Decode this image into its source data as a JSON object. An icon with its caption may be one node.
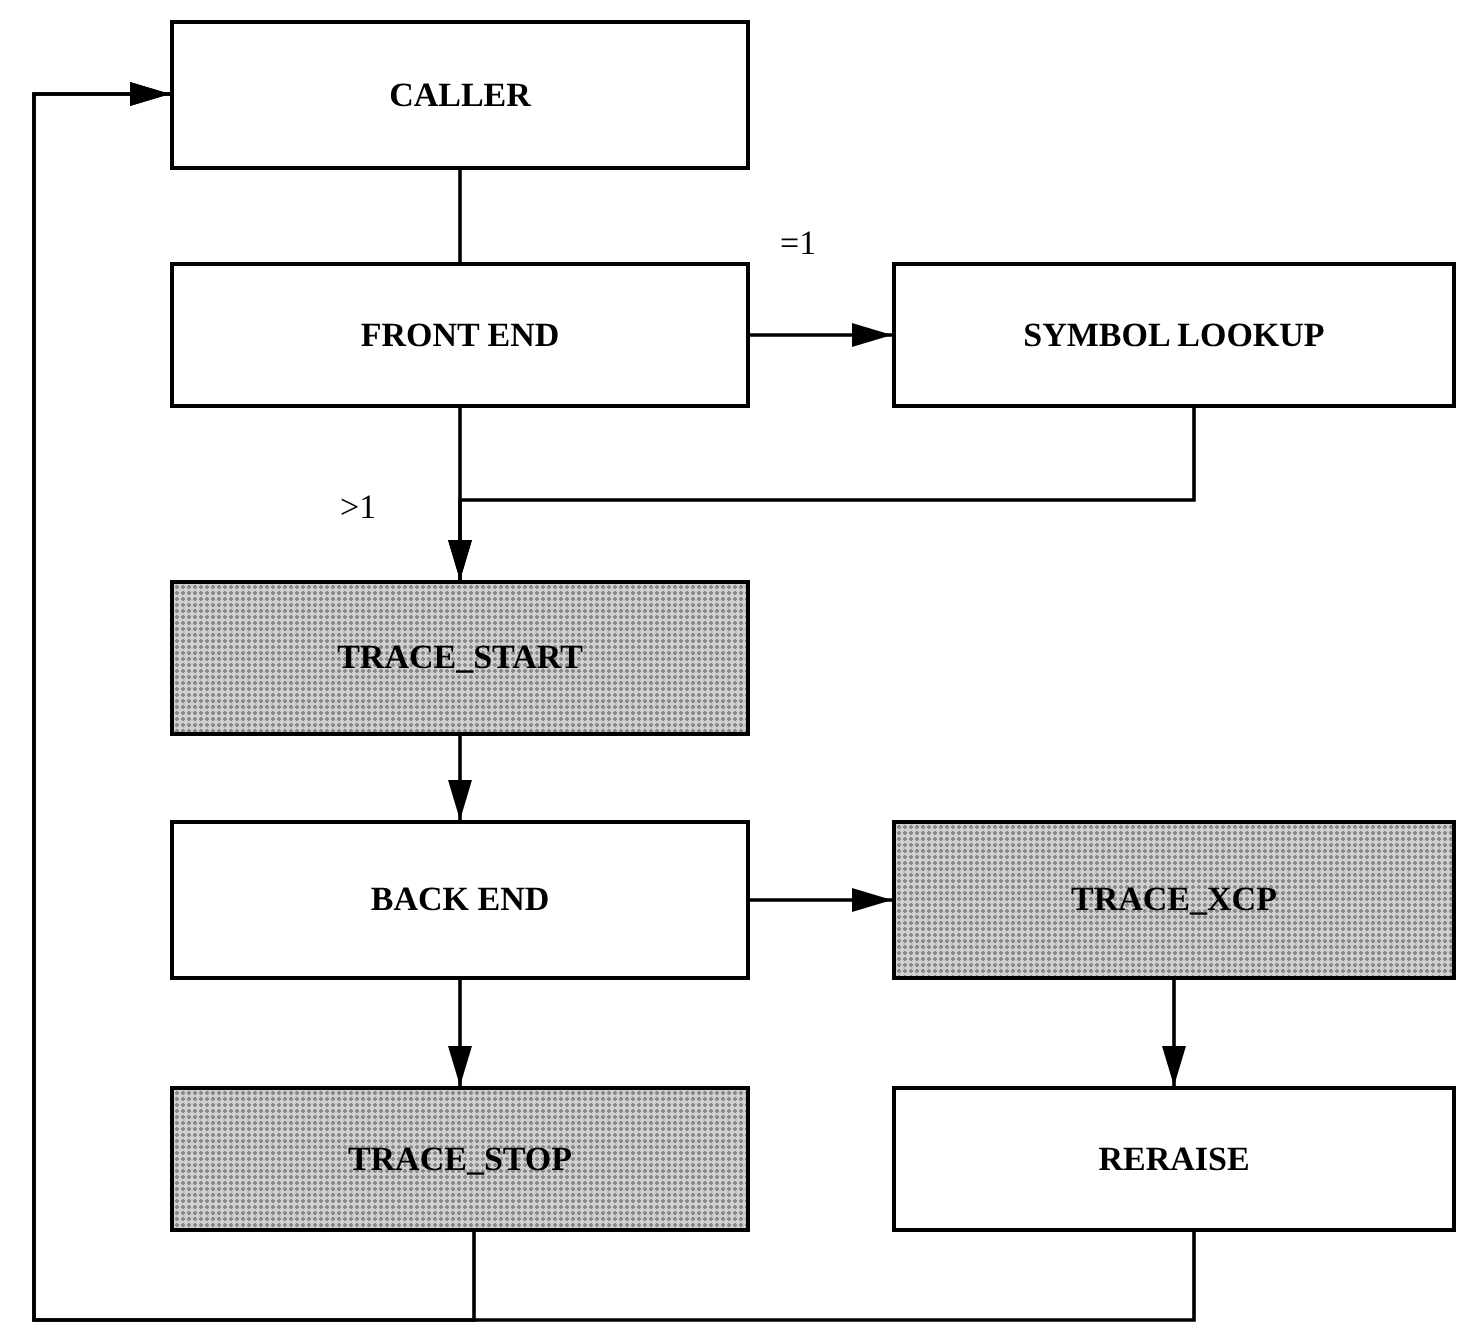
{
  "diagram": {
    "nodes": [
      {
        "text": [
          "CALLER"
        ]
      },
      {
        "text": [
          "FRONT END"
        ]
      },
      {
        "text": [
          "SYMBOL LOOKUP"
        ]
      },
      {
        "text": [
          "TRACE_START"
        ]
      },
      {
        "text": [
          "BACK END"
        ]
      },
      {
        "text": [
          "TRACE_XCP"
        ]
      },
      {
        "text": [
          "TRACE_STOP"
        ]
      },
      {
        "text": [
          "RERAISE"
        ]
      }
    ],
    "edges": [
      {
        "from": 0,
        "to": 1,
        "arrow": "none"
      },
      {
        "from": 1,
        "to": 2,
        "arrow": "to",
        "label": "=1"
      },
      {
        "from": 1,
        "to": 3,
        "arrow": "to",
        "label": ">1"
      },
      {
        "from": 2,
        "to": 3,
        "arrow": "to"
      },
      {
        "from": 3,
        "to": 4,
        "arrow": "to"
      },
      {
        "from": 4,
        "to": 5,
        "arrow": "to"
      },
      {
        "from": 4,
        "to": 6,
        "arrow": "to"
      },
      {
        "from": 5,
        "to": 7,
        "arrow": "to"
      },
      {
        "from": 6,
        "to": 0,
        "arrow": "to"
      },
      {
        "from": 7,
        "to": 0,
        "arrow": "to"
      }
    ]
  }
}
